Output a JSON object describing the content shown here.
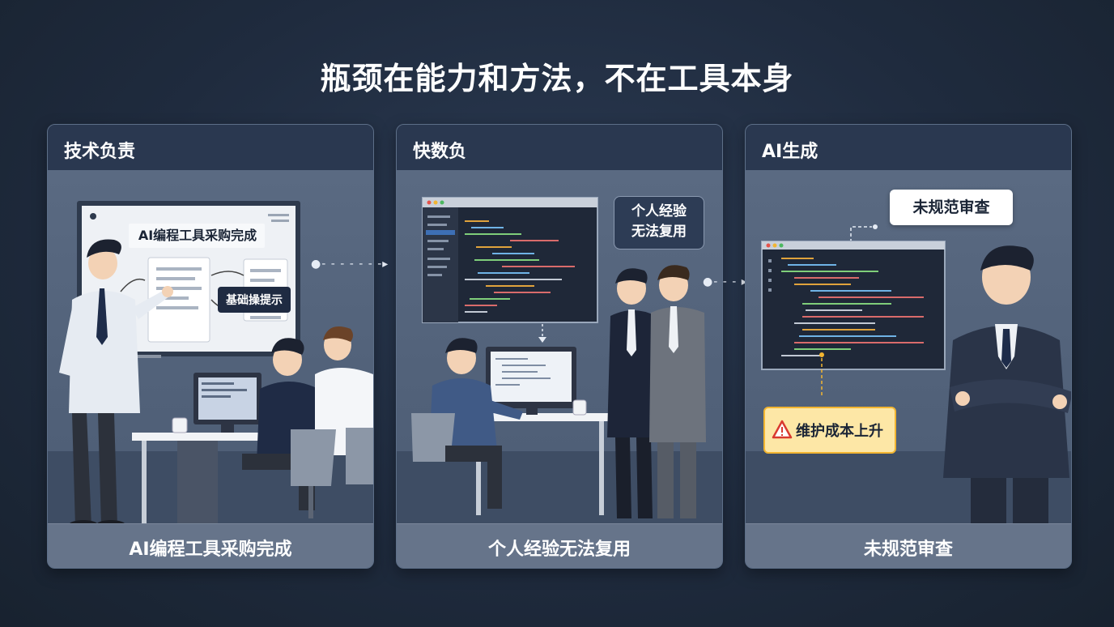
{
  "headline": "瓶颈在能力和方法，不在工具本身",
  "panels": [
    {
      "title": "技术负责",
      "footer": "AI编程工具采购完成",
      "whiteboard_heading": "AI编程工具采购完成",
      "whiteboard_tag": "基础操提示"
    },
    {
      "title": "快数负",
      "footer": "个人经验无法复用",
      "bubble_text": "个人经验无法复用",
      "bubble_lines": [
        "个人经验",
        "无法复用"
      ]
    },
    {
      "title": "AI生成",
      "footer": "未规范审查",
      "bubble_text": "未规范审查",
      "warning_text": "维护成本上升"
    }
  ],
  "icons": [
    "warning-icon",
    "arrow-right-icon",
    "arrow-down-icon"
  ],
  "colors": {
    "background": "#1f2b3e",
    "panel_header": "#2a3850",
    "panel_footer": "#66748a",
    "warning_fill": "#fde7a6",
    "warning_border": "#f2b531"
  }
}
